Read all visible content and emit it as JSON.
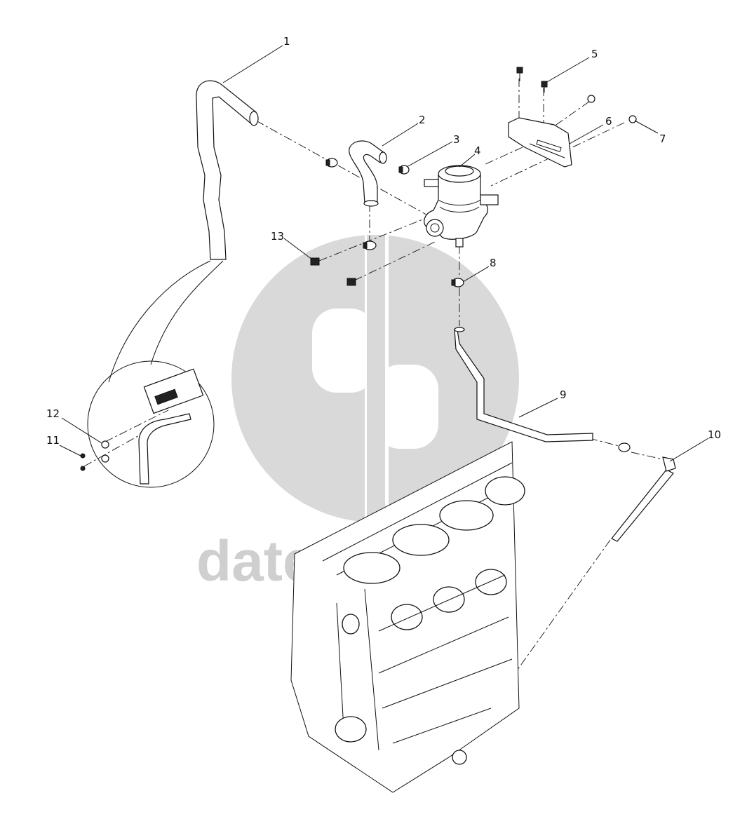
{
  "watermark": {
    "text": "datec-parts",
    "color": "#cfcfcf"
  },
  "callouts": [
    {
      "id": "1",
      "label": "1"
    },
    {
      "id": "2",
      "label": "2"
    },
    {
      "id": "3",
      "label": "3"
    },
    {
      "id": "4",
      "label": "4"
    },
    {
      "id": "5",
      "label": "5"
    },
    {
      "id": "6",
      "label": "6"
    },
    {
      "id": "7",
      "label": "7"
    },
    {
      "id": "8",
      "label": "8"
    },
    {
      "id": "9",
      "label": "9"
    },
    {
      "id": "10",
      "label": "10"
    },
    {
      "id": "11",
      "label": "11"
    },
    {
      "id": "12",
      "label": "12"
    },
    {
      "id": "13",
      "label": "13"
    }
  ]
}
